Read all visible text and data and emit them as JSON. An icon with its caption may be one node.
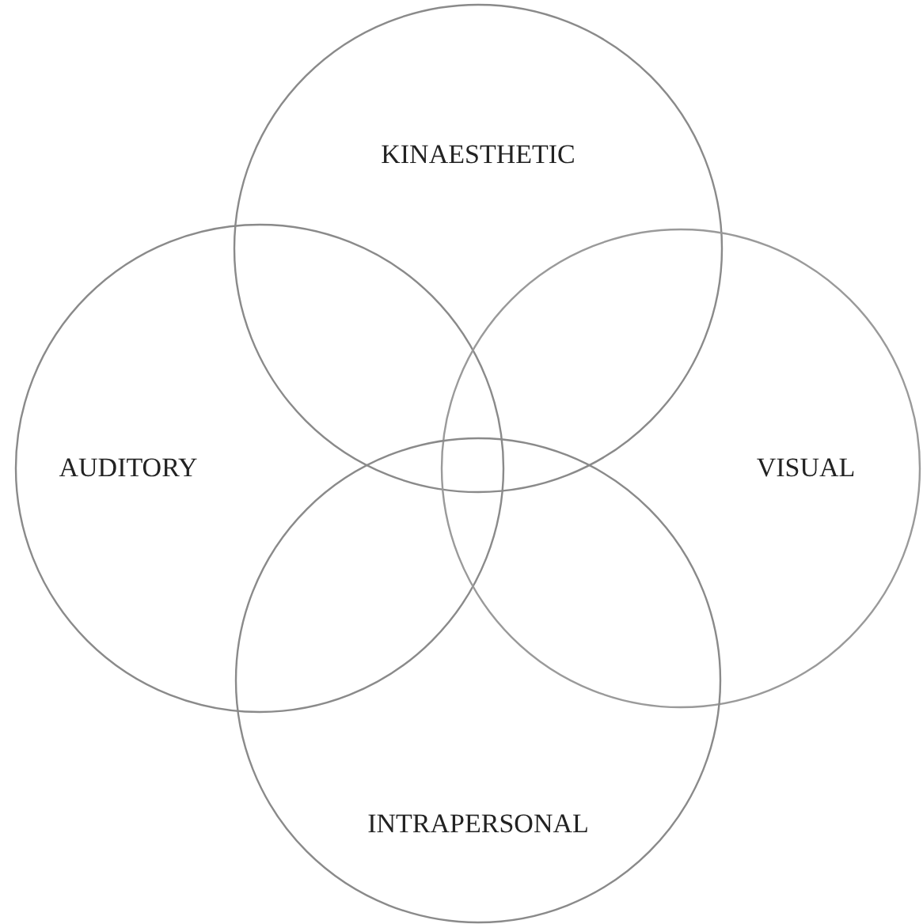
{
  "diagram": {
    "nodes": [
      {
        "text": [
          "KINAESTHETIC"
        ]
      },
      {
        "text": [
          "AUDITORY"
        ]
      },
      {
        "text": [
          "VISUAL"
        ]
      },
      {
        "text": [
          "INTRAPERSONAL"
        ]
      }
    ]
  }
}
